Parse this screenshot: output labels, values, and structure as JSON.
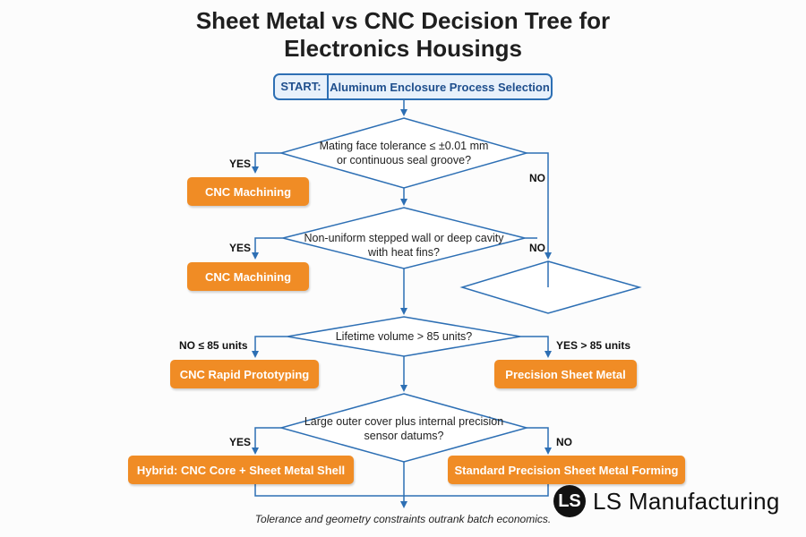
{
  "title": {
    "line1": "Sheet Metal vs CNC Decision Tree for",
    "line2": "Electronics Housings"
  },
  "start": {
    "label": "START:",
    "text": "Aluminum Enclosure Process Selection"
  },
  "questions": {
    "q1": [
      "Mating face tolerance ≤ ±0.01 mm",
      "or continuous seal groove?"
    ],
    "q2": [
      "Non-uniform stepped wall or deep cavity",
      "with heat fins?"
    ],
    "q3": [
      "Lifetime volume > 85 units?"
    ],
    "q4": [
      "Large outer cover plus internal precision",
      "sensor datums?"
    ]
  },
  "branches": {
    "q1_yes": "YES",
    "q1_no": "NO",
    "q2_yes": "YES",
    "q2_no": "NO",
    "q3_no": "NO ≤ 85 units",
    "q3_yes": "YES > 85 units",
    "q4_yes": "YES",
    "q4_no": "NO"
  },
  "outcomes": {
    "cnc1": "CNC Machining",
    "cnc2": "CNC Machining",
    "rapid": "CNC Rapid Prototyping",
    "sheet": "Precision Sheet Metal",
    "hybrid": "Hybrid: CNC Core + Sheet Metal Shell",
    "standard": "Standard Precision Sheet Metal Forming"
  },
  "footer": "Tolerance and geometry constraints outrank batch economics.",
  "logo": {
    "mark": "LS",
    "text": "LS Manufacturing"
  },
  "colors": {
    "line": "#2d6fb4",
    "outcome": "#f08c25"
  }
}
